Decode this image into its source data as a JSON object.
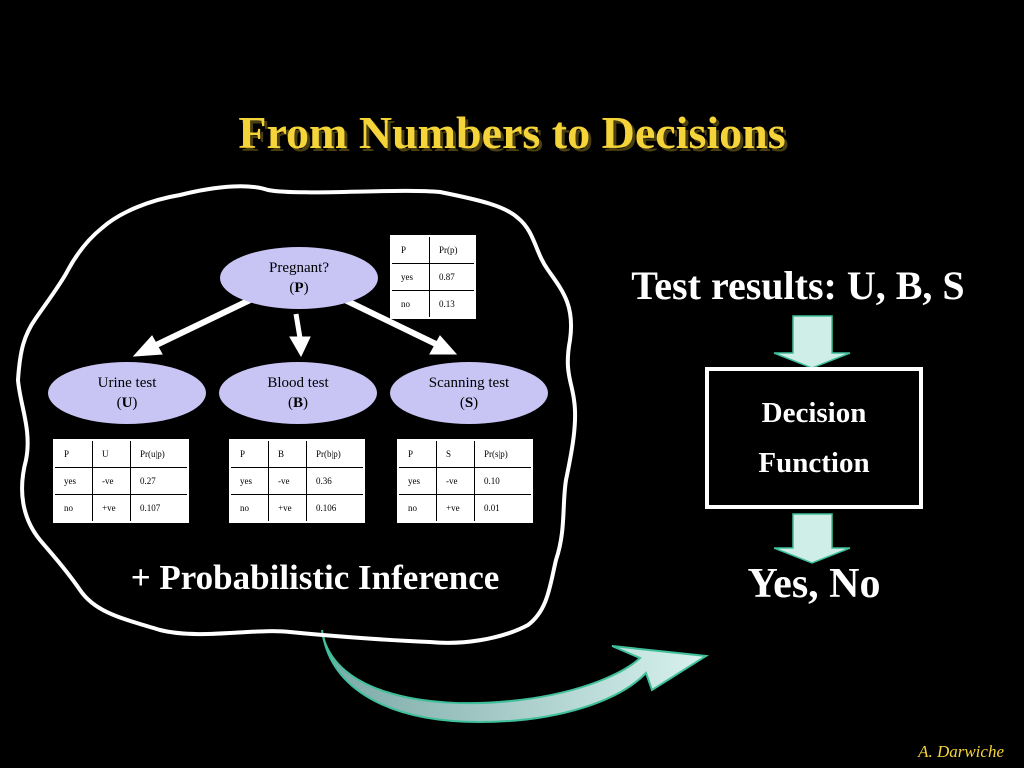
{
  "title": "From Numbers to Decisions",
  "nodes": {
    "pregnant": {
      "label": "Pregnant?",
      "symbol": "P"
    },
    "urine": {
      "label": "Urine test",
      "symbol": "U"
    },
    "blood": {
      "label": "Blood test",
      "symbol": "B"
    },
    "scanning": {
      "label": "Scanning test",
      "symbol": "S"
    }
  },
  "tables": {
    "p": {
      "rows": [
        [
          "P",
          "Pr(p)"
        ],
        [
          "yes",
          "0.87"
        ],
        [
          "no",
          "0.13"
        ]
      ]
    },
    "u": {
      "rows": [
        [
          "P",
          "U",
          "Pr(u|p)"
        ],
        [
          "yes",
          "-ve",
          "0.27"
        ],
        [
          "no",
          "+ve",
          "0.107"
        ]
      ]
    },
    "b": {
      "rows": [
        [
          "P",
          "B",
          "Pr(b|p)"
        ],
        [
          "yes",
          "-ve",
          "0.36"
        ],
        [
          "no",
          "+ve",
          "0.106"
        ]
      ]
    },
    "s": {
      "rows": [
        [
          "P",
          "S",
          "Pr(s|p)"
        ],
        [
          "yes",
          "-ve",
          "0.10"
        ],
        [
          "no",
          "+ve",
          "0.01"
        ]
      ]
    }
  },
  "inference_label": "+ Probabilistic Inference",
  "test_results": "Test results: U, B, S",
  "decision_function": {
    "line1": "Decision",
    "line2": "Function"
  },
  "outcome": "Yes, No",
  "author": "A. Darwiche",
  "colors": {
    "title": "#f5d43a",
    "node_fill": "#c8c4f4",
    "arrow_fill": "#cfeee8",
    "arrow_outline": "#3fbf9a"
  }
}
